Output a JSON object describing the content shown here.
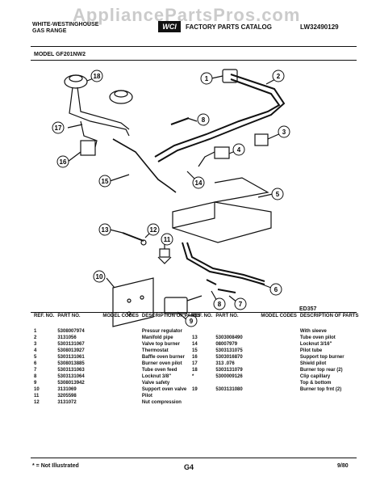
{
  "header": {
    "brand_line1": "WHITE-WESTINGHOUSE",
    "brand_line2": "GAS RANGE",
    "catalog_title": "FACTORY PARTS CATALOG",
    "catalog_number": "LW32490129",
    "watermark": "AppliancePartsPros.com",
    "logo_text": "WCI"
  },
  "model_label": "MODEL GF201NW2",
  "figure_code": "ED357",
  "callouts": [
    "1",
    "2",
    "3",
    "4",
    "5",
    "6",
    "7",
    "8",
    "9",
    "10",
    "11",
    "12",
    "13",
    "14",
    "15",
    "16",
    "17",
    "18"
  ],
  "table": {
    "headers": {
      "ref_no": "REF. NO.",
      "part_no": "PART NO.",
      "model_codes": "MODEL CODES",
      "description": "DESCRIPTION OF PARTS"
    },
    "left_rows": [
      {
        "ref": "1",
        "part": "5308007974",
        "desc": "Pressur regulator"
      },
      {
        "ref": "2",
        "part": "3131056",
        "desc": "Manifold pipe"
      },
      {
        "ref": "3",
        "part": "5303131067",
        "desc": "Valve top burner"
      },
      {
        "ref": "4",
        "part": "5308013927",
        "desc": "Thermostat"
      },
      {
        "ref": "5",
        "part": "5303131061",
        "desc": "Baffle oven burner"
      },
      {
        "ref": "6",
        "part": "5308013885",
        "desc": "Burner oven pilot"
      },
      {
        "ref": "7",
        "part": "5303131063",
        "desc": "Tube oven feed"
      },
      {
        "ref": "8",
        "part": "5303131064",
        "desc": "Locknut 3/8\""
      },
      {
        "ref": "9",
        "part": "5308013942",
        "desc": "Valve safety"
      },
      {
        "ref": "10",
        "part": "3131069",
        "desc": "Support oven valve"
      },
      {
        "ref": "11",
        "part": "3205598",
        "desc": "Pilot"
      },
      {
        "ref": "12",
        "part": "3131072",
        "desc": "Nut compression"
      }
    ],
    "right_rows": [
      {
        "ref": "",
        "part": "",
        "desc": "With sleeve"
      },
      {
        "ref": "13",
        "part": "5303008490",
        "desc": "Tube oven pilot"
      },
      {
        "ref": "14",
        "part": "08007979",
        "desc": "Locknut 3/16\""
      },
      {
        "ref": "15",
        "part": "5303131075",
        "desc": "Pilot tube"
      },
      {
        "ref": "16",
        "part": "5303016870",
        "desc": "Support top burner"
      },
      {
        "ref": "17",
        "part": "313 .076",
        "desc": "Shield pilot"
      },
      {
        "ref": "18",
        "part": "5303131079",
        "desc": "Burner top rear (2)"
      },
      {
        "ref": "*",
        "part": "5300009126",
        "desc": "Clip capillary"
      },
      {
        "ref": "",
        "part": "",
        "desc": "Top & bottom"
      },
      {
        "ref": "19",
        "part": "5303131080",
        "desc": "Burner top frnt (2)"
      }
    ]
  },
  "footer": {
    "note": "* = Not Illustrated",
    "page": "G4",
    "date": "9/80"
  }
}
